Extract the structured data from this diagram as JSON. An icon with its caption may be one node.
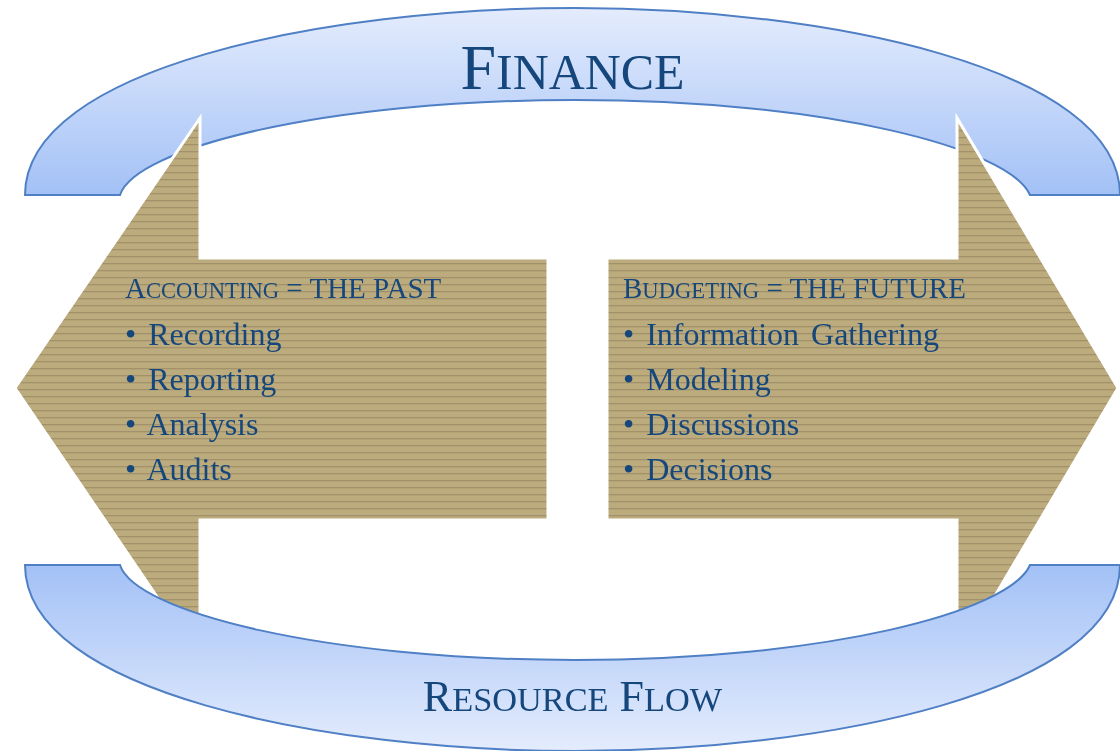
{
  "diagram": {
    "nodes": [
      {
        "text": [
          "FINANCE"
        ]
      },
      {
        "text": [
          "ACCOUNTING = THE PAST",
          "• Recording",
          "• Reporting",
          "• Analysis",
          "• Audits"
        ]
      },
      {
        "text": [
          "BUDGETING = THE FUTURE",
          "• Information Gathering",
          "• Modeling",
          "• Discussions",
          "• Decisions"
        ]
      },
      {
        "text": [
          "RESOURCE FLOW"
        ]
      }
    ]
  }
}
